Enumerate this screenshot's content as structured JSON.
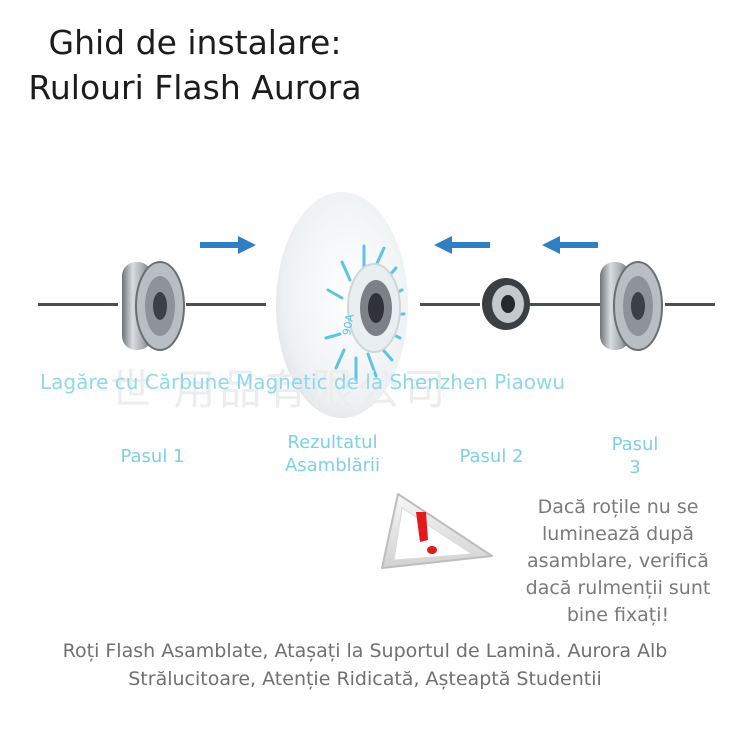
{
  "title": "Ghid de instalare: Rulouri Flash Aurora",
  "watermark_text": "Lagăre cu Cărbune Magnetic de la Shenzhen Piaowu",
  "watermark_cn": "世 用品有限公司",
  "wheel_marking": "90A",
  "steps": {
    "step1": "Pasul 1",
    "result": "Rezultatul Asamblării",
    "step2": "Pasul 2",
    "step3": "Pasul 3"
  },
  "warning_note": "Dacă roțile nu se luminează după asamblare, verifică dacă rulmenții sunt bine fixați!",
  "caption": "Roți Flash Asamblate, Atașați la Suportul de Lamină. Aurora Alb Strălucitoare, Atenție Ridicată, Așteaptă Studentii",
  "colors": {
    "arrow": "#2f7fc2",
    "step_text": "#7fcfe6",
    "wheel": "#f4f6f7",
    "wheel_accent": "#5cc4e6",
    "warning_red": "#e11b1b"
  },
  "icons": [
    "arrow-right-icon",
    "arrow-left-icon",
    "warning-triangle-icon"
  ]
}
